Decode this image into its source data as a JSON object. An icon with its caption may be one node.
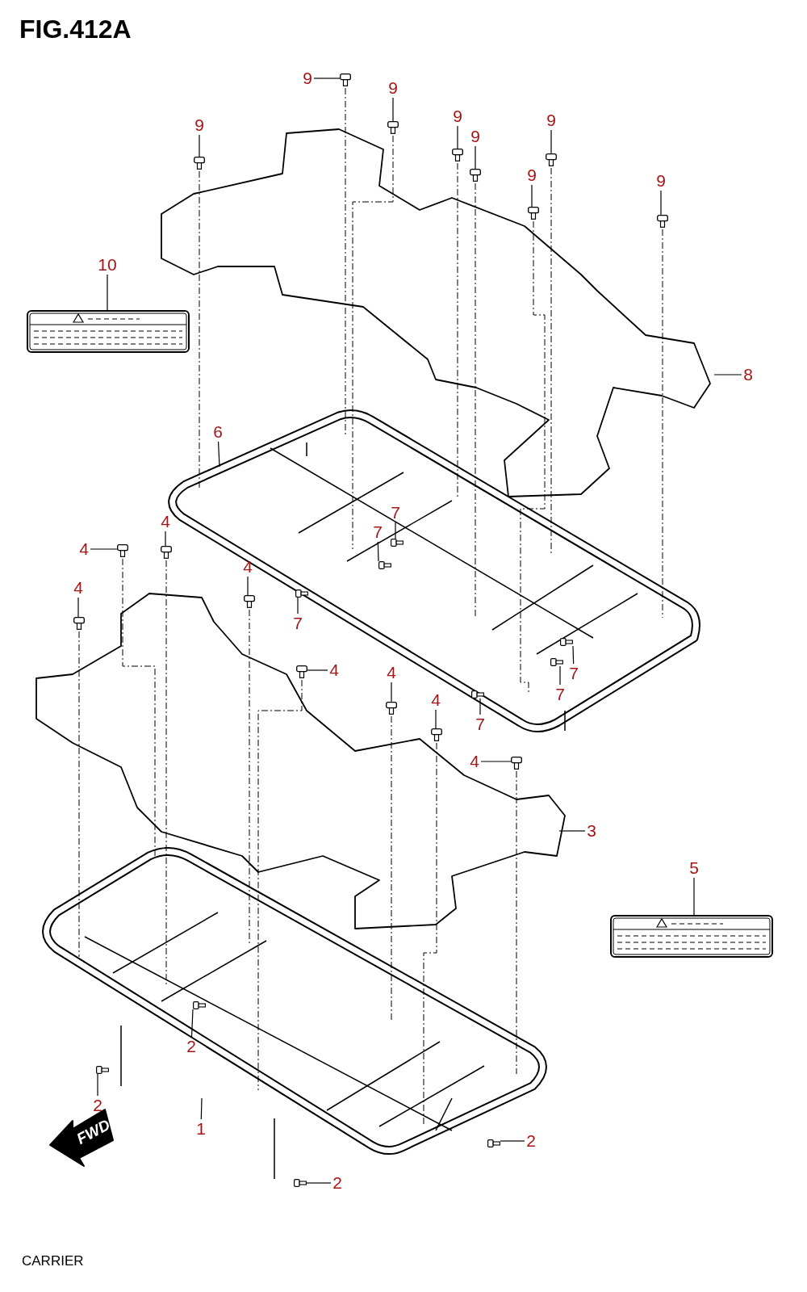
{
  "diagram": {
    "title": "FIG.412A",
    "caption": "CARRIER",
    "nodes": [
      {
        "text": [
          "9"
        ]
      },
      {
        "text": [
          "9"
        ]
      },
      {
        "text": [
          "9"
        ]
      },
      {
        "text": [
          "9"
        ]
      },
      {
        "text": [
          "9"
        ]
      },
      {
        "text": [
          "9"
        ]
      },
      {
        "text": [
          "9"
        ]
      },
      {
        "text": [
          "9"
        ]
      },
      {
        "text": [
          "10"
        ]
      },
      {
        "text": [
          "8"
        ]
      },
      {
        "text": [
          "6"
        ]
      },
      {
        "text": [
          "7"
        ]
      },
      {
        "text": [
          "4"
        ]
      },
      {
        "text": [
          "7"
        ]
      },
      {
        "text": [
          "4"
        ]
      },
      {
        "text": [
          "4"
        ]
      },
      {
        "text": [
          "4"
        ]
      },
      {
        "text": [
          "7"
        ]
      },
      {
        "text": [
          "4"
        ]
      },
      {
        "text": [
          "4"
        ]
      },
      {
        "text": [
          "7"
        ]
      },
      {
        "text": [
          "7"
        ]
      },
      {
        "text": [
          "4"
        ]
      },
      {
        "text": [
          "7"
        ]
      },
      {
        "text": [
          "4"
        ]
      },
      {
        "text": [
          "3"
        ]
      },
      {
        "text": [
          "5"
        ]
      },
      {
        "text": [
          "2"
        ]
      },
      {
        "text": [
          "2"
        ]
      },
      {
        "text": [
          "1"
        ]
      },
      {
        "text": [
          "2"
        ]
      },
      {
        "text": [
          "2"
        ]
      },
      {
        "text": [],
        "shape": "bolt"
      },
      {
        "text": [],
        "shape": "bolt"
      },
      {
        "text": [],
        "shape": "bolt"
      },
      {
        "text": [],
        "shape": "bolt"
      },
      {
        "text": [],
        "shape": "bolt"
      },
      {
        "text": [],
        "shape": "bolt"
      },
      {
        "text": [],
        "shape": "bolt"
      },
      {
        "text": [],
        "shape": "bolt"
      },
      {
        "text": [],
        "shape": "bolt"
      },
      {
        "text": [],
        "shape": "bolt"
      },
      {
        "text": [],
        "shape": "bolt"
      },
      {
        "text": [],
        "shape": "bolt"
      },
      {
        "text": [],
        "shape": "bolt"
      },
      {
        "text": [],
        "shape": "bolt"
      },
      {
        "text": [],
        "shape": "bolt"
      },
      {
        "text": [],
        "shape": "bolt"
      },
      {
        "text": [],
        "shape": "bolt"
      },
      {
        "text": [],
        "shape": "bolt"
      },
      {
        "text": [],
        "shape": "bolt"
      },
      {
        "text": [],
        "shape": "bolt"
      },
      {
        "text": [],
        "shape": "bolt"
      },
      {
        "text": [],
        "shape": "bolt"
      },
      {
        "text": [],
        "shape": "bolt"
      },
      {
        "text": [],
        "shape": "bolt"
      },
      {
        "text": [],
        "shape": "bolt"
      },
      {
        "text": [],
        "shape": "bolt"
      },
      {
        "text": [],
        "shape": "box"
      },
      {
        "text": [],
        "shape": "box"
      }
    ],
    "edges": [
      {
        "from": 0,
        "to": 32,
        "arrow": "none"
      },
      {
        "from": 1,
        "to": 33,
        "arrow": "none"
      },
      {
        "from": 2,
        "to": 34,
        "arrow": "none"
      },
      {
        "from": 3,
        "to": 35,
        "arrow": "none"
      },
      {
        "from": 4,
        "to": 36,
        "arrow": "none"
      },
      {
        "from": 5,
        "to": 37,
        "arrow": "none"
      },
      {
        "from": 6,
        "to": 38,
        "arrow": "none"
      },
      {
        "from": 7,
        "to": 39,
        "arrow": "none"
      },
      {
        "from": 8,
        "to": 58,
        "arrow": "none"
      },
      {
        "from": 9,
        "to": null,
        "arrow": "none"
      },
      {
        "from": 10,
        "to": null,
        "arrow": "none"
      },
      {
        "from": 11,
        "to": 40,
        "arrow": "none"
      },
      {
        "from": 12,
        "to": 41,
        "arrow": "none"
      },
      {
        "from": 13,
        "to": 42,
        "arrow": "none"
      },
      {
        "from": 14,
        "to": 43,
        "arrow": "none"
      },
      {
        "from": 15,
        "to": 44,
        "arrow": "none"
      },
      {
        "from": 16,
        "to": 45,
        "arrow": "none"
      },
      {
        "from": 17,
        "to": 46,
        "arrow": "none"
      },
      {
        "from": 18,
        "to": 47,
        "arrow": "none"
      },
      {
        "from": 19,
        "to": 48,
        "arrow": "none"
      },
      {
        "from": 20,
        "to": 49,
        "arrow": "none"
      },
      {
        "from": 21,
        "to": 50,
        "arrow": "none"
      },
      {
        "from": 22,
        "to": 51,
        "arrow": "none"
      },
      {
        "from": 23,
        "to": 52,
        "arrow": "none"
      },
      {
        "from": 24,
        "to": 53,
        "arrow": "none"
      },
      {
        "from": 25,
        "to": null,
        "arrow": "none"
      },
      {
        "from": 26,
        "to": 59,
        "arrow": "none"
      },
      {
        "from": 27,
        "to": 54,
        "arrow": "none"
      },
      {
        "from": 28,
        "to": 55,
        "arrow": "none"
      },
      {
        "from": 29,
        "to": null,
        "arrow": "none"
      },
      {
        "from": 30,
        "to": 56,
        "arrow": "none"
      },
      {
        "from": 31,
        "to": 57,
        "arrow": "none"
      }
    ],
    "labels": [
      "FWD"
    ]
  }
}
